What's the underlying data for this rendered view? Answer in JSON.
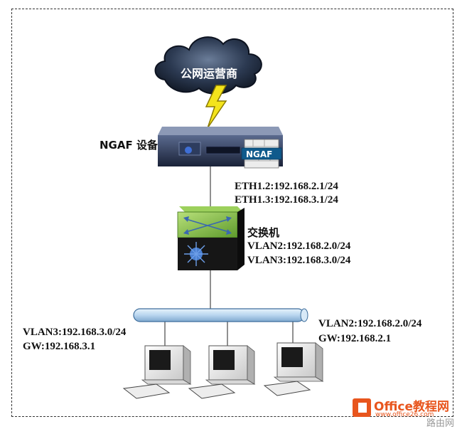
{
  "cloud": {
    "label": "公网运营商"
  },
  "firewall": {
    "name": "NGAF 设备",
    "badge": "NGAF",
    "interfaces": [
      "ETH1.2:192.168.2.1/24",
      "ETH1.3:192.168.3.1/24"
    ]
  },
  "switch": {
    "name": "交换机",
    "vlans": [
      "VLAN2:192.168.2.0/24",
      "VLAN3:192.168.3.0/24"
    ]
  },
  "left_group": {
    "vlan": "VLAN3:192.168.3.0/24",
    "gw": "GW:192.168.3.1"
  },
  "right_group": {
    "vlan": "VLAN2:192.168.2.0/24",
    "gw": "GW:192.168.2.1"
  },
  "watermark": {
    "brand": "Office教程网",
    "url": "www.office26.com",
    "corner": "路由网"
  },
  "colors": {
    "cloud_dark": "#1e2a3c",
    "lightning": "#f4e41c",
    "switch_green": "#86c24a",
    "watermark_orange": "#e8551d",
    "bus": "#b9d6ef"
  }
}
